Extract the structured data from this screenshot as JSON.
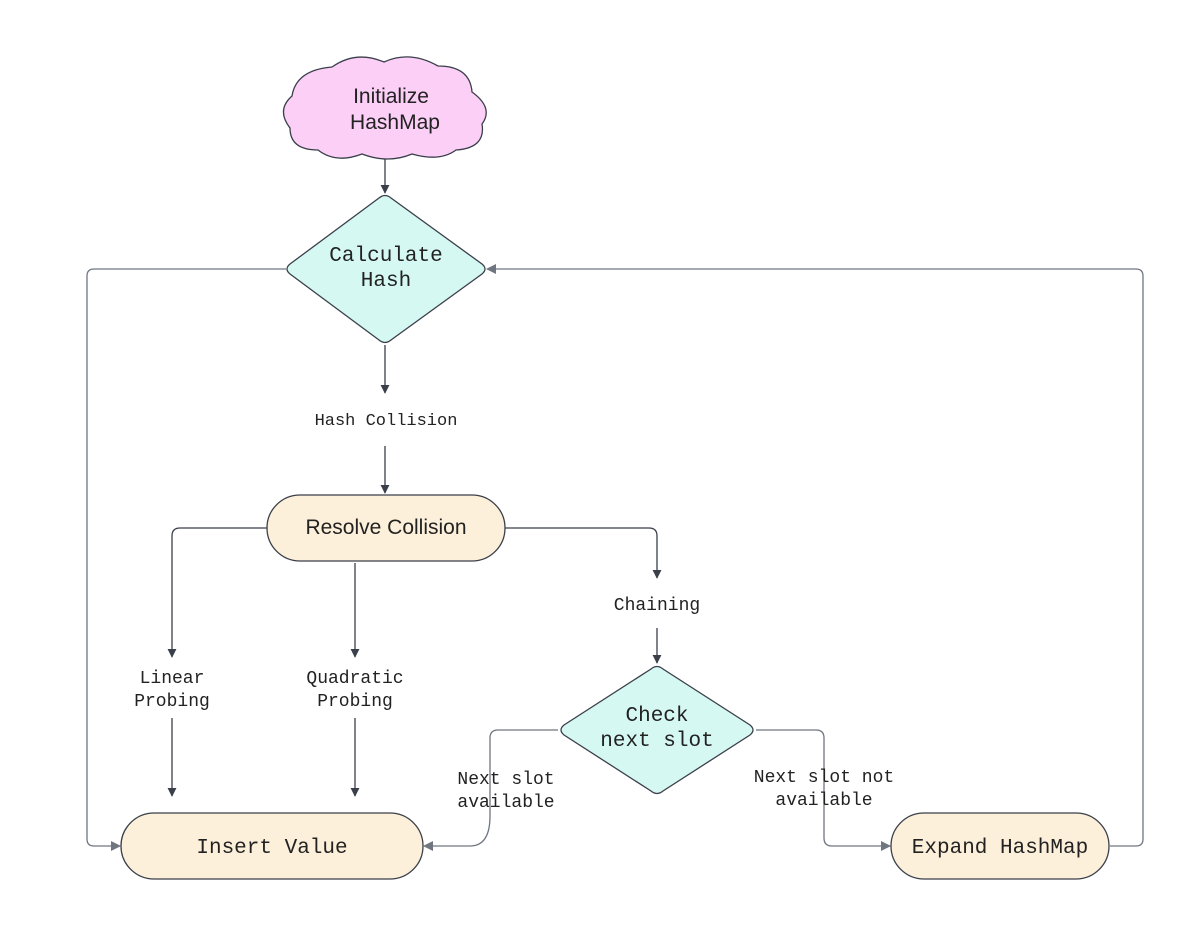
{
  "colors": {
    "cloud_fill": "#fccff7",
    "diamond_fill": "#d6f8f3",
    "terminal_fill": "#fdf0da",
    "stroke": "#3a3f4a",
    "connector": "#6f7680",
    "text": "#222222"
  },
  "nodes": {
    "initialize": {
      "line1": "Initialize",
      "line2": "HashMap"
    },
    "calculate_hash": {
      "line1": "Calculate",
      "line2": "Hash"
    },
    "resolve_collision": {
      "label": "Resolve Collision"
    },
    "check_next_slot": {
      "line1": "Check",
      "line2": "next slot"
    },
    "insert_value": {
      "label": "Insert Value"
    },
    "expand_hashmap": {
      "label": "Expand HashMap"
    }
  },
  "edge_labels": {
    "hash_collision": "Hash Collision",
    "linear_probing": {
      "line1": "Linear",
      "line2": "Probing"
    },
    "quadratic_probing": {
      "line1": "Quadratic",
      "line2": "Probing"
    },
    "chaining": "Chaining",
    "next_slot_available": {
      "line1": "Next slot",
      "line2": "available"
    },
    "next_slot_not_available": {
      "line1": "Next slot not",
      "line2": "available"
    }
  }
}
